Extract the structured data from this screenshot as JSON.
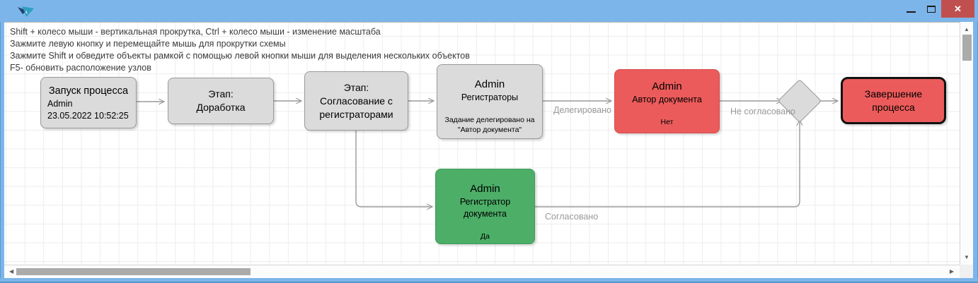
{
  "window": {
    "icons": {
      "app": "bird-logo",
      "minimize": "minimize",
      "maximize": "maximize",
      "close": "✕"
    },
    "colors": {
      "titlebar": "#7CB5E9",
      "close_button": "#C05050"
    }
  },
  "instructions": {
    "lines": [
      "Shift + колесо мыши - вертикальная прокрутка, Ctrl + колесо мыши - изменение масштаба",
      "Зажмите левую кнопку и перемещайте мышь для прокрутки схемы",
      "Зажмите Shift и обведите объекты рамкой с помощью левой кнопки мыши для выделения нескольких объектов",
      "F5- обновить расположение узлов"
    ]
  },
  "diagram": {
    "nodes": {
      "start": {
        "title": "Запуск процесса",
        "user": "Admin",
        "timestamp": "23.05.2022 10:52:25"
      },
      "stage_rework": {
        "line1": "Этап:",
        "line2": "Доработка"
      },
      "stage_approval": {
        "line1": "Этап:",
        "line2": "Согласование с",
        "line3": "регистраторами"
      },
      "task_registrars": {
        "user": "Admin",
        "role": "Регистраторы",
        "note1": "Задание делегировано на",
        "note2": "\"Автор документа\""
      },
      "task_author": {
        "user": "Admin",
        "role": "Автор документа",
        "result": "Нет"
      },
      "task_registrar_doc": {
        "user": "Admin",
        "role1": "Регистратор",
        "role2": "документа",
        "result": "Да"
      },
      "end": {
        "line1": "Завершение",
        "line2": "процесса"
      }
    },
    "edge_labels": {
      "delegated": "Делегировано",
      "not_approved": "Не согласовано",
      "approved": "Согласовано"
    },
    "colors": {
      "node_gray": "#DBDBDB",
      "node_red": "#EC5B5B",
      "node_red_border": "#D64C4C",
      "node_green": "#4CAE67",
      "end_border": "#121212",
      "edge": "#9A9A9A"
    }
  },
  "scrollbar": {
    "up": "▲",
    "down": "▼",
    "left": "◀",
    "right": "▶"
  }
}
